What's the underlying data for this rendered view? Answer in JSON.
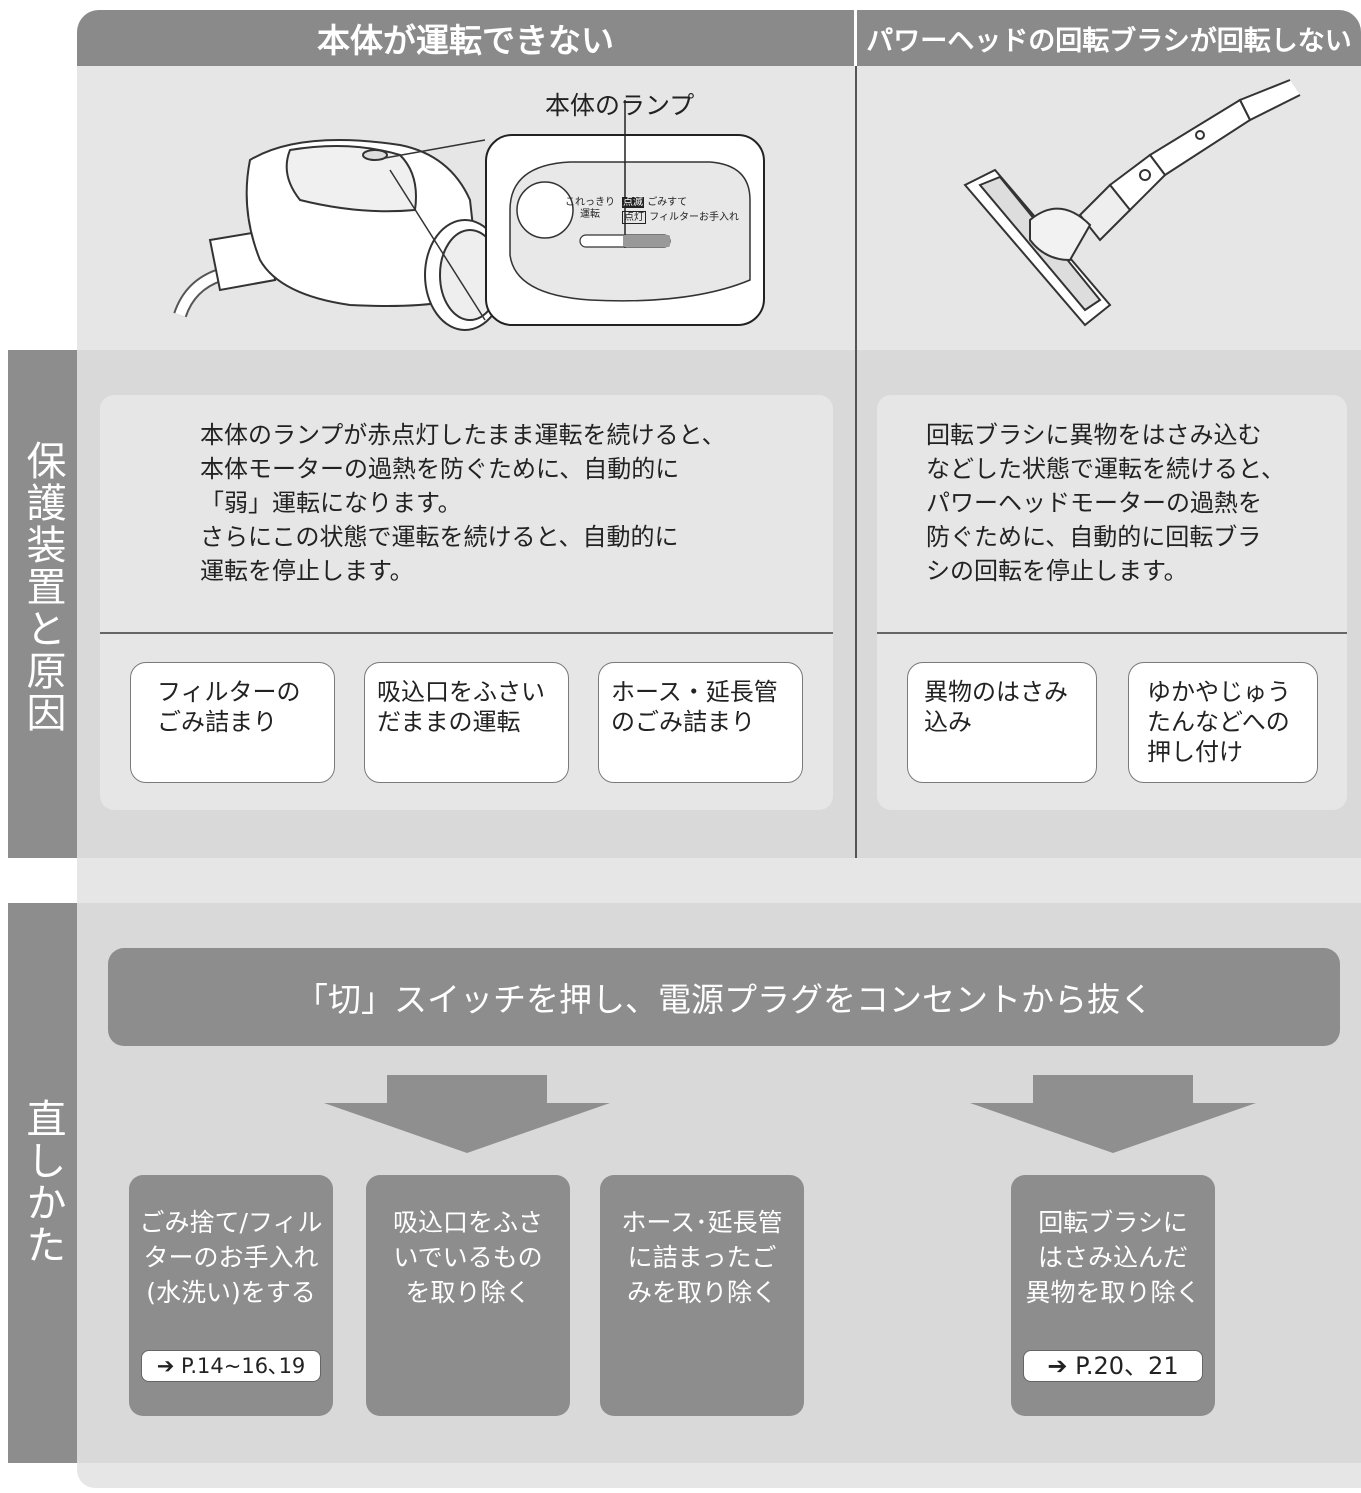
{
  "headers": {
    "left": "本体が運転できない",
    "right": "パワーヘッドの回転ブラシが回転しない"
  },
  "illustration": {
    "callout_label": "本体のランプ",
    "lamp_panel": {
      "button_label": "これっきり\n運転",
      "legend_blink_tag": "点滅",
      "legend_blink_text": "ごみすて",
      "legend_lit_tag": "点灯",
      "legend_lit_text": "フィルターお手入れ"
    }
  },
  "sections": {
    "protection_label": "保護装置と原因",
    "fix_label": "直しかた"
  },
  "protection": {
    "left_text": "本体のランプが赤点灯したまま運転を続けると、\n本体モーターの過熱を防ぐために、自動的に\n「弱」運転になります。\nさらにこの状態で運転を続けると、自動的に\n運転を停止します。",
    "right_text": "回転ブラシに異物をはさみ込む\nなどした状態で運転を続けると、\nパワーヘッドモーターの過熱を\n防ぐために、自動的に回転ブラ\nシの回転を停止します。",
    "left_causes": [
      "フィルターの\nごみ詰まり",
      "吸込口をふさい\nだままの運転",
      "ホース・延長管\nのごみ詰まり"
    ],
    "right_causes": [
      "異物のはさみ\n込み",
      "ゆかやじゅう\nたんなどへの\n押し付け"
    ]
  },
  "fix": {
    "banner": "「切」スイッチを押し、電源プラグをコンセントから抜く",
    "remedies": [
      {
        "text": "ごみ捨て/フィル\nターのお手入れ\n(水洗い)をする",
        "ref": "➔ P.14~16､19"
      },
      {
        "text": "吸込口をふさ\nいでいるもの\nを取り除く"
      },
      {
        "text": "ホース･延長管\nに詰まったご\nみを取り除く"
      },
      {
        "text": "回転ブラシに\nはさみ込んだ\n異物を取り除く",
        "ref": "➔ P.20、21"
      }
    ]
  },
  "colors": {
    "header_gray": "#8a8a8a",
    "panel_gray": "#e6e6e6",
    "band_gray": "#d9d9d9",
    "arrow_gray": "#8f8f8f"
  }
}
